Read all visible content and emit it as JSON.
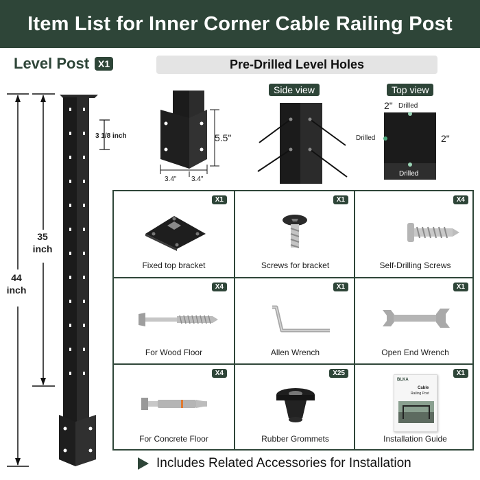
{
  "header": {
    "title": "Item List for Inner Corner Cable Railing Post"
  },
  "level_post": {
    "title": "Level Post",
    "quantity": "X1"
  },
  "post_dimensions": {
    "total_height_value": "44",
    "total_height_unit": "inch",
    "spacing_height_value": "35",
    "spacing_height_unit": "inch",
    "hole_spacing": "3 1/8 inch"
  },
  "holes_section": {
    "title": "Pre-Drilled Level Holes",
    "base_height": "5.5\"",
    "base_width_left": "3.4\"",
    "base_width_right": "3.4\"",
    "side_view_label": "Side view",
    "top_view_label": "Top view",
    "top_dim_top": "2\"",
    "top_dim_right": "2\"",
    "drilled_top": "Drilled",
    "drilled_left": "Drilled",
    "drilled_bottom": "Drilled"
  },
  "items": [
    {
      "label": "Fixed top bracket",
      "quantity": "X1",
      "icon": "top-bracket-icon"
    },
    {
      "label": "Screws for bracket",
      "quantity": "X1",
      "icon": "bracket-screw-icon"
    },
    {
      "label": "Self-Drilling Screws",
      "quantity": "X4",
      "icon": "self-drilling-screw-icon"
    },
    {
      "label": "For Wood Floor",
      "quantity": "X4",
      "icon": "lag-screw-icon"
    },
    {
      "label": "Allen Wrench",
      "quantity": "X1",
      "icon": "allen-wrench-icon"
    },
    {
      "label": "Open End Wrench",
      "quantity": "X1",
      "icon": "open-end-wrench-icon"
    },
    {
      "label": "For Concrete Floor",
      "quantity": "X4",
      "icon": "expansion-bolt-icon"
    },
    {
      "label": "Rubber Grommets",
      "quantity": "X25",
      "icon": "rubber-grommet-icon"
    },
    {
      "label": "Installation Guide",
      "quantity": "X1",
      "icon": "installation-guide-icon"
    }
  ],
  "guide_booklet": {
    "brand": "BLKA",
    "title_line1": "Cable",
    "title_line2": "Railing Post"
  },
  "footer": {
    "text": "Includes Related Accessories for Installation"
  },
  "colors": {
    "brand_green": "#2e4538",
    "post_black": "#1b1b1b",
    "steel": "#b8b8b8"
  }
}
